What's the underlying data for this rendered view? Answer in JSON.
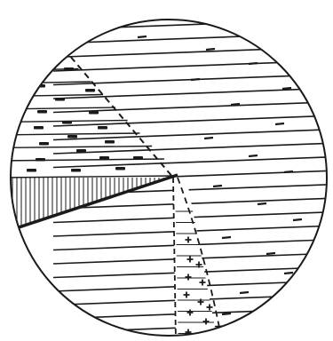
{
  "figure": {
    "colors": {
      "ink": "#1a1a1a",
      "paper": "#ffffff"
    },
    "regions": [
      {
        "name": "left-upper-block",
        "pattern": "dark-flecks"
      },
      {
        "name": "left-hatched-wedge",
        "pattern": "vertical-hatch"
      },
      {
        "name": "right-block",
        "pattern": "dashes"
      },
      {
        "name": "central-channel",
        "pattern": "plus-signs"
      }
    ],
    "features": [
      {
        "name": "dashed-fault-upper",
        "style": "dashed"
      },
      {
        "name": "bold-fault-line",
        "style": "solid-heavy"
      },
      {
        "name": "dashed-channel-margin",
        "style": "dashed"
      }
    ]
  }
}
